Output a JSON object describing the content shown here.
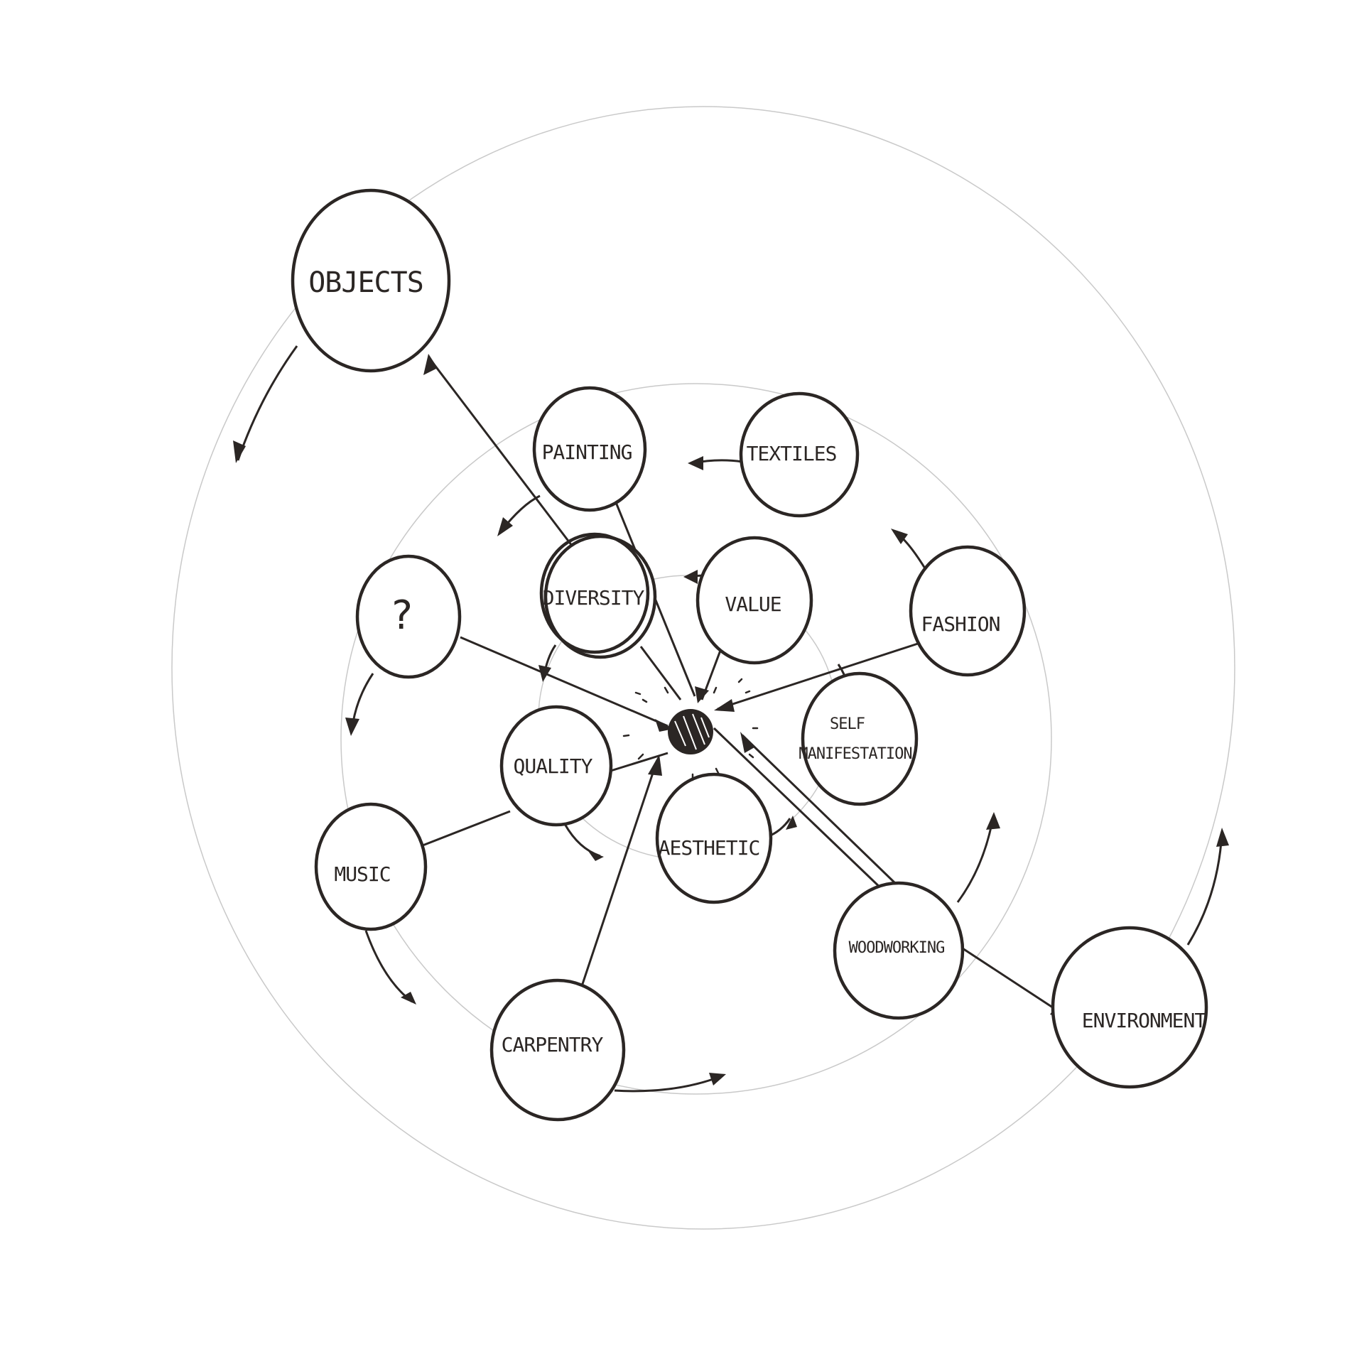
{
  "diagram": {
    "nodes": [
      {
        "id": "objects",
        "label": "OBJECTS"
      },
      {
        "id": "painting",
        "label": "PAINTING"
      },
      {
        "id": "textiles",
        "label": "TEXTILES"
      },
      {
        "id": "diversity",
        "label": "DIVERSITY"
      },
      {
        "id": "value",
        "label": "VALUE"
      },
      {
        "id": "question",
        "label": "?"
      },
      {
        "id": "fashion",
        "label": "FASHION"
      },
      {
        "id": "self-manifestation",
        "label_line1": "SELF",
        "label_line2": "MANIFESTATION"
      },
      {
        "id": "quality",
        "label": "QUALITY"
      },
      {
        "id": "aesthetic",
        "label": "AESTHETIC"
      },
      {
        "id": "music",
        "label": "MUSIC"
      },
      {
        "id": "woodworking",
        "label": "WOODWORKING"
      },
      {
        "id": "carpentry",
        "label": "CARPENTRY"
      },
      {
        "id": "environment",
        "label": "ENVIRONMENT"
      }
    ],
    "hub": {
      "id": "center"
    },
    "line_color": "#2b2624",
    "guide_color": "#c9c9c9",
    "background": "#ffffff"
  }
}
